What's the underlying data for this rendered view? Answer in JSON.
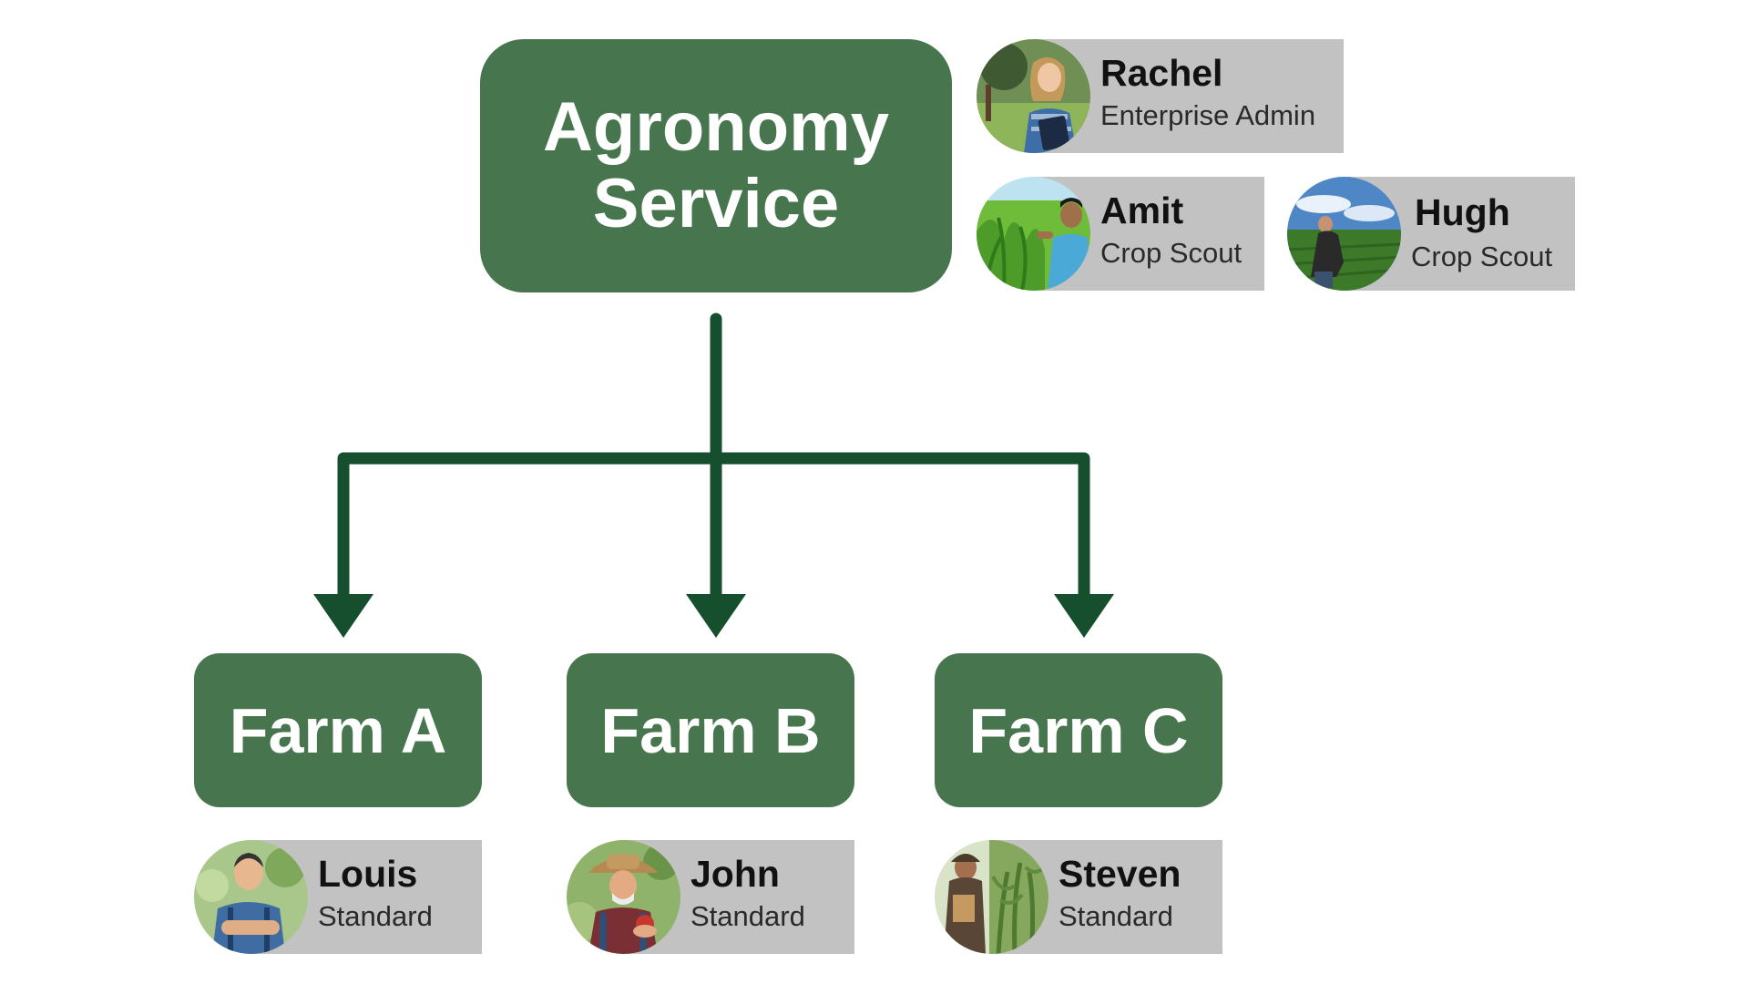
{
  "root": {
    "label": "Agronomy Service"
  },
  "farms": [
    {
      "label": "Farm A"
    },
    {
      "label": "Farm B"
    },
    {
      "label": "Farm C"
    }
  ],
  "people": {
    "rachel": {
      "name": "Rachel",
      "role": "Enterprise Admin",
      "avatar": "woman-with-clipboard-photo"
    },
    "amit": {
      "name": "Amit",
      "role": "Crop Scout",
      "avatar": "man-in-crop-field-photo"
    },
    "hugh": {
      "name": "Hugh",
      "role": "Crop Scout",
      "avatar": "man-inspecting-field-photo"
    },
    "louis": {
      "name": "Louis",
      "role": "Standard",
      "avatar": "farmer-with-crossed-arms-photo"
    },
    "john": {
      "name": "John",
      "role": "Standard",
      "avatar": "farmer-with-apple-photo"
    },
    "steven": {
      "name": "Steven",
      "role": "Standard",
      "avatar": "farmer-in-corn-field-photo"
    }
  },
  "colors": {
    "node_fill": "#47754e",
    "connector": "#154f2e",
    "card_fill": "#c2c2c2"
  }
}
